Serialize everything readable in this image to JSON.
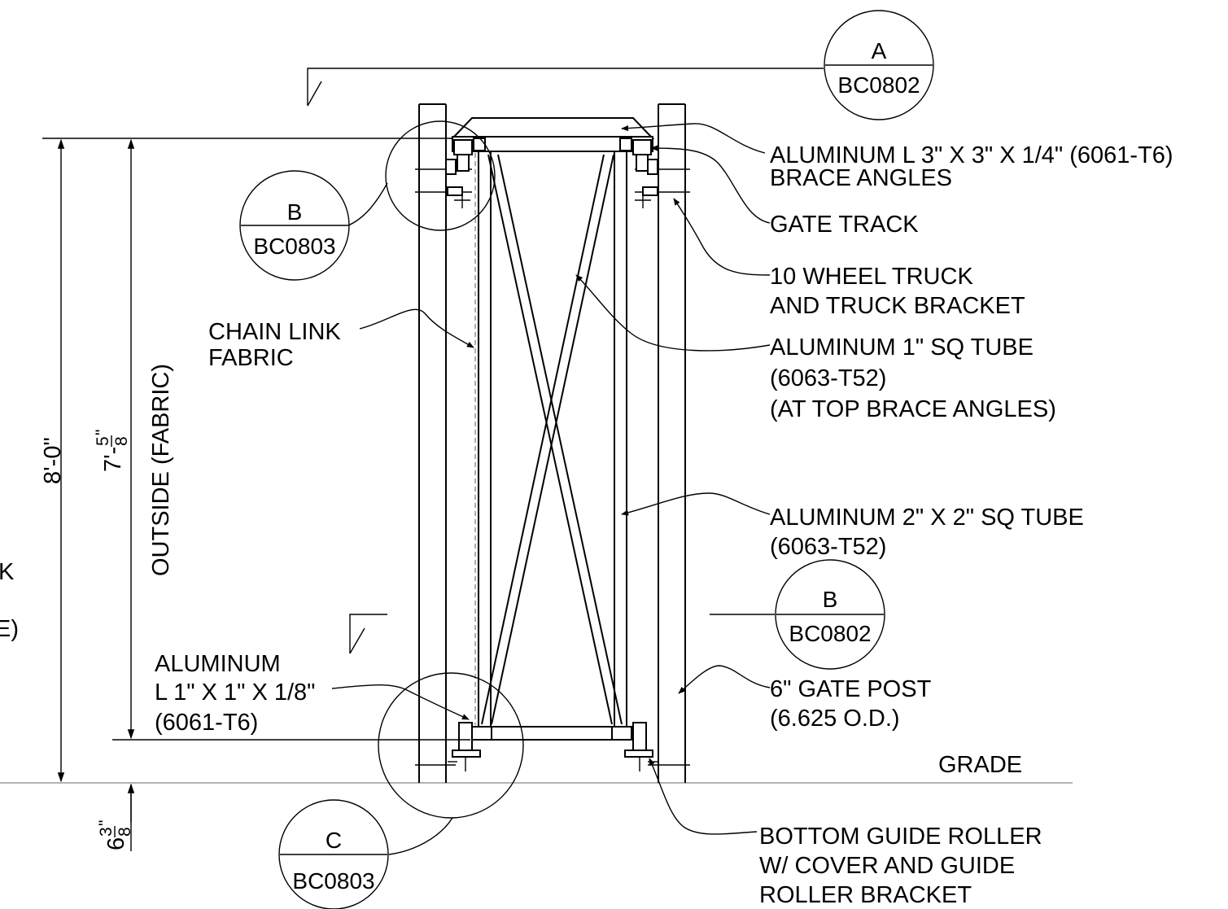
{
  "callouts": {
    "top_brace_angles": [
      "ALUMINUM L 3\" X 3\" X 1/4\" (6061-T6)",
      "BRACE ANGLES"
    ],
    "gate_track": "GATE TRACK",
    "wheel_truck": [
      "10 WHEEL TRUCK",
      "AND TRUCK BRACKET"
    ],
    "sq_tube_1": [
      "ALUMINUM 1\" SQ TUBE",
      "(6063-T52)",
      "(AT TOP BRACE ANGLES)"
    ],
    "sq_tube_2": [
      "ALUMINUM 2\" X 2\" SQ TUBE",
      "(6063-T52)"
    ],
    "gate_post": [
      "6\" GATE POST",
      "(6.625 O.D.)"
    ],
    "grade": "GRADE",
    "bottom_roller": [
      "BOTTOM GUIDE ROLLER",
      "W/ COVER AND GUIDE",
      "ROLLER BRACKET"
    ],
    "chain_link": [
      "CHAIN LINK",
      "FABRIC"
    ],
    "small_angle": [
      "ALUMINUM",
      "L 1\" X 1\" X 1/8\"",
      "(6061-T6)"
    ],
    "left_cut_fragments": [
      "K",
      "E)"
    ]
  },
  "detail_tags": {
    "section_a": {
      "letter": "A",
      "sheet": "BC0802"
    },
    "section_b": {
      "letter": "B",
      "sheet": "BC0802"
    },
    "detail_b": {
      "letter": "B",
      "sheet": "BC0803"
    },
    "detail_c": {
      "letter": "C",
      "sheet": "BC0803"
    }
  },
  "dimensions": {
    "overall_height": "8'-0\"",
    "fabric_height_whole": "7'-",
    "fabric_height_num": "5",
    "fabric_height_den": "8",
    "fabric_height_inch": "\"",
    "fabric_label": "OUTSIDE (FABRIC)",
    "clearance_whole": "6",
    "clearance_num": "3",
    "clearance_den": "8",
    "clearance_inch": "\""
  }
}
